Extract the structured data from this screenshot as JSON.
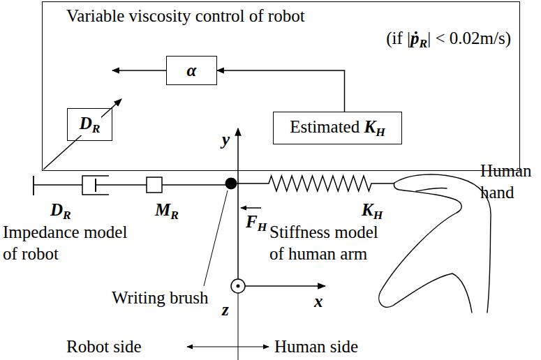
{
  "diagram": {
    "nodes": [
      {
        "text": [
          "Variable viscosity control of robot",
          "(if |ṗR| < 0.02m/s)"
        ]
      },
      {
        "text": [
          "α"
        ],
        "in": 0
      },
      {
        "text": [
          "DR"
        ],
        "in": 0
      },
      {
        "text": [
          "Estimated KH"
        ],
        "in": 0
      }
    ],
    "edges": [
      {
        "from": 3,
        "to": 1,
        "arrow": "to"
      },
      {
        "from": 1,
        "to": 2,
        "arrow": "to"
      }
    ],
    "labels": [
      "y",
      "DR",
      "MR",
      "FH",
      "KH",
      "Impedance model of robot",
      "Stiffness model of human arm",
      "Human hand",
      "Writing brush",
      "z",
      "x",
      "Robot side",
      "Human side"
    ]
  }
}
